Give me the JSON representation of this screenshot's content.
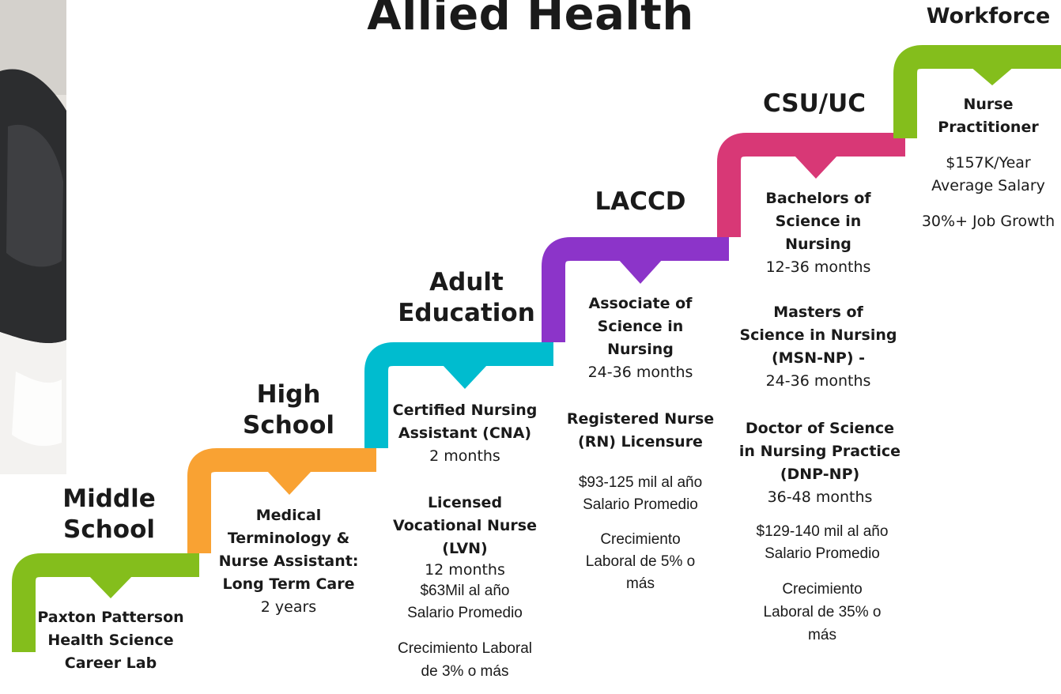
{
  "title": "Allied Health",
  "colors": {
    "middle_school": "#84be1c",
    "high_school": "#f9a233",
    "adult_education": "#00bccf",
    "laccd": "#8c34c9",
    "csu_uc": "#d83876",
    "workforce": "#84be1c"
  },
  "stages": {
    "middle_school": {
      "label": "Middle School",
      "program": "Paxton Patterson Health Science Career Lab"
    },
    "high_school": {
      "label": "High School",
      "program": "Medical Terminology & Nurse Assistant: Long Term Care",
      "duration": "2 years"
    },
    "adult_education": {
      "label": "Adult Education",
      "cna": {
        "name": "Certified Nursing Assistant (CNA)",
        "duration": "2 months"
      },
      "lvn": {
        "name": "Licensed Vocational Nurse (LVN)",
        "duration": "12 months",
        "salary": "$63Mil al año",
        "salary_label": "Salario Promedio",
        "growth": "Crecimiento Laboral de 3% o más"
      }
    },
    "laccd": {
      "label": "LACCD",
      "asn": {
        "name": "Associate of Science in Nursing",
        "duration": "24-36 months"
      },
      "rn": {
        "name": "Registered Nurse (RN) Licensure",
        "salary": "$93-125 mil al año",
        "salary_label": "Salario Promedio",
        "growth": "Crecimiento Laboral de 5% o más"
      }
    },
    "csu_uc": {
      "label": "CSU/UC",
      "bsn": {
        "name": "Bachelors of Science in Nursing",
        "duration": "12-36 months"
      },
      "msn": {
        "name": "Masters of Science in Nursing (MSN-NP) -",
        "duration": "24-36  months"
      },
      "dnp": {
        "name": "Doctor of Science in Nursing Practice (DNP-NP)",
        "duration": "36-48 months",
        "salary": "$129-140 mil al año",
        "salary_label": "Salario Promedio",
        "growth": "Crecimiento Laboral de 35% o más"
      }
    },
    "workforce": {
      "label": "Workforce",
      "role": "Nurse Practitioner",
      "salary": "$157K/Year",
      "salary_label": "Average Salary",
      "growth": "30%+ Job Growth"
    }
  }
}
